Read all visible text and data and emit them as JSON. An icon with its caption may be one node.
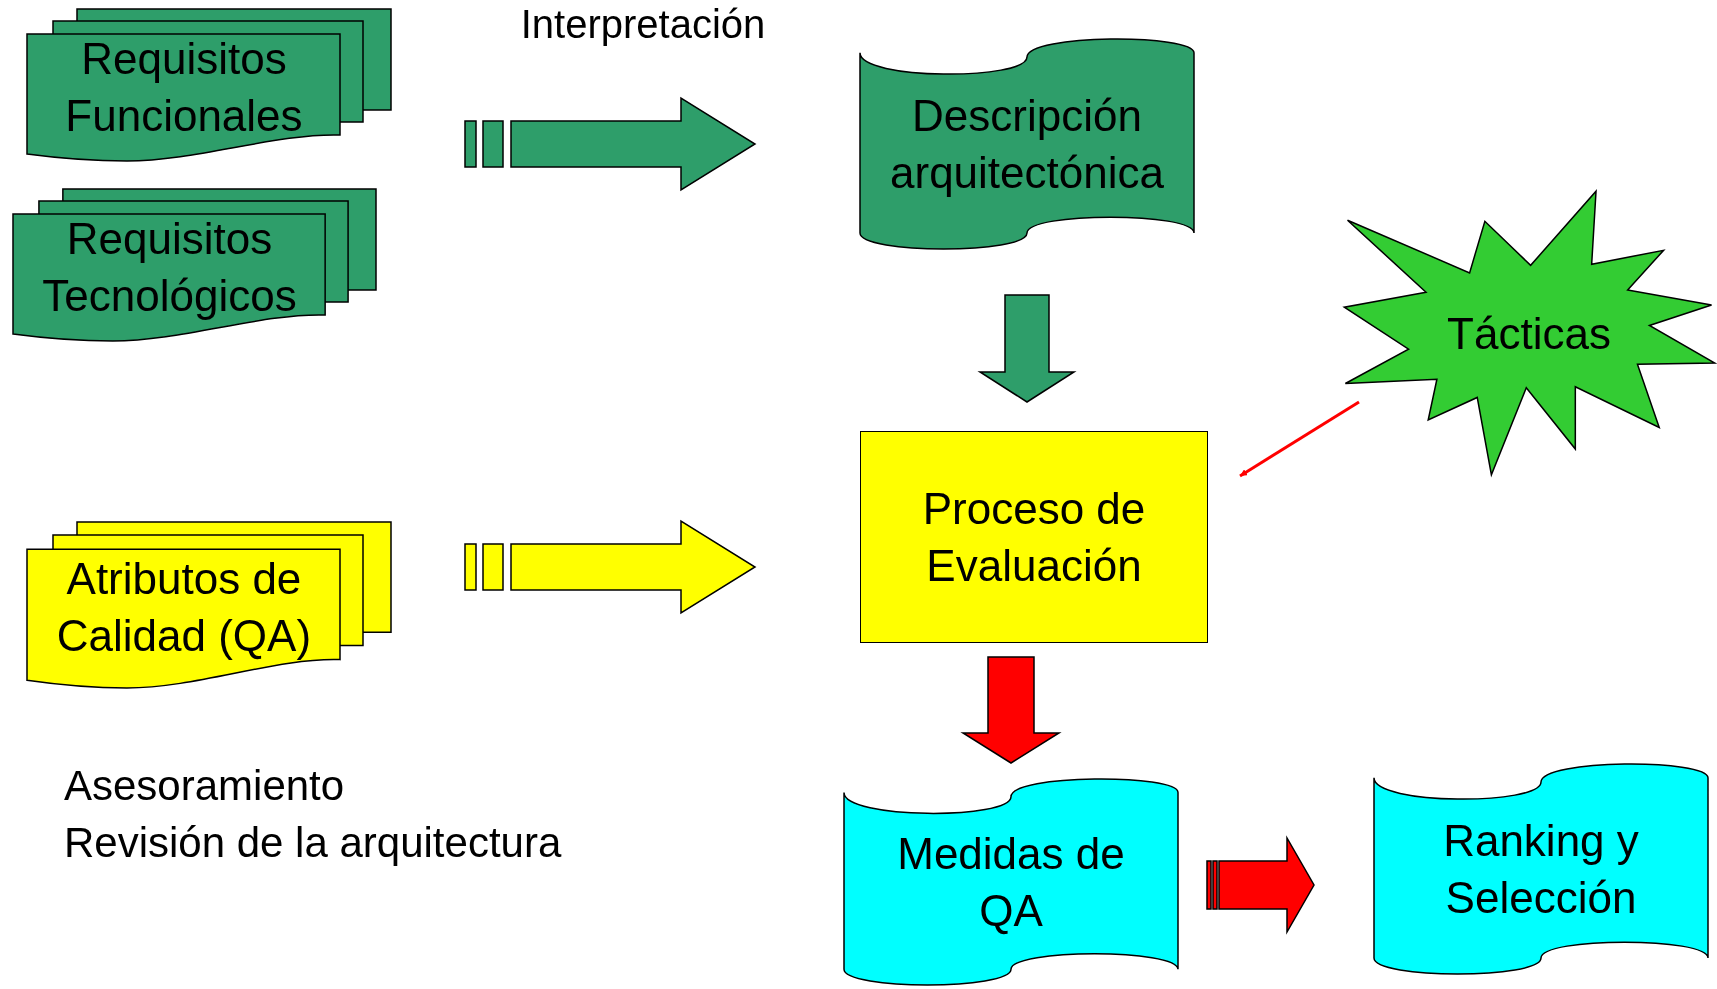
{
  "diagram": {
    "nodes": [
      {
        "text": [
          "Requisitos Funcionales"
        ]
      },
      {
        "text": [
          "Requisitos Tecnológicos"
        ]
      },
      {
        "text": [
          "Atributos de Calidad (QA)"
        ]
      },
      {
        "text": [
          "Descripción arquitectónica"
        ]
      },
      {
        "text": [
          "Tácticas"
        ]
      },
      {
        "text": [
          "Proceso de Evaluación"
        ]
      },
      {
        "text": [
          "Medidas de QA"
        ]
      },
      {
        "text": [
          "Ranking y Selección"
        ]
      }
    ],
    "edges": [
      {
        "from": 0,
        "to": 3,
        "arrow": "to",
        "label": "Interpretación",
        "style": "thick",
        "color": "#2e9e6a"
      },
      {
        "from": 2,
        "to": 5,
        "arrow": "to",
        "style": "thick",
        "color": "#ffff00"
      },
      {
        "from": 3,
        "to": 5,
        "arrow": "to",
        "style": "thick",
        "color": "#2e9e6a"
      },
      {
        "from": 4,
        "to": 5,
        "arrow": "to",
        "color": "#ff0000"
      },
      {
        "from": 5,
        "to": 6,
        "arrow": "to",
        "style": "thick",
        "color": "#ff0000"
      },
      {
        "from": 6,
        "to": 7,
        "arrow": "to",
        "style": "thick",
        "color": "#ff0000"
      }
    ],
    "labels": [
      "Asesoramiento",
      "Revisión de la arquitectura"
    ]
  }
}
